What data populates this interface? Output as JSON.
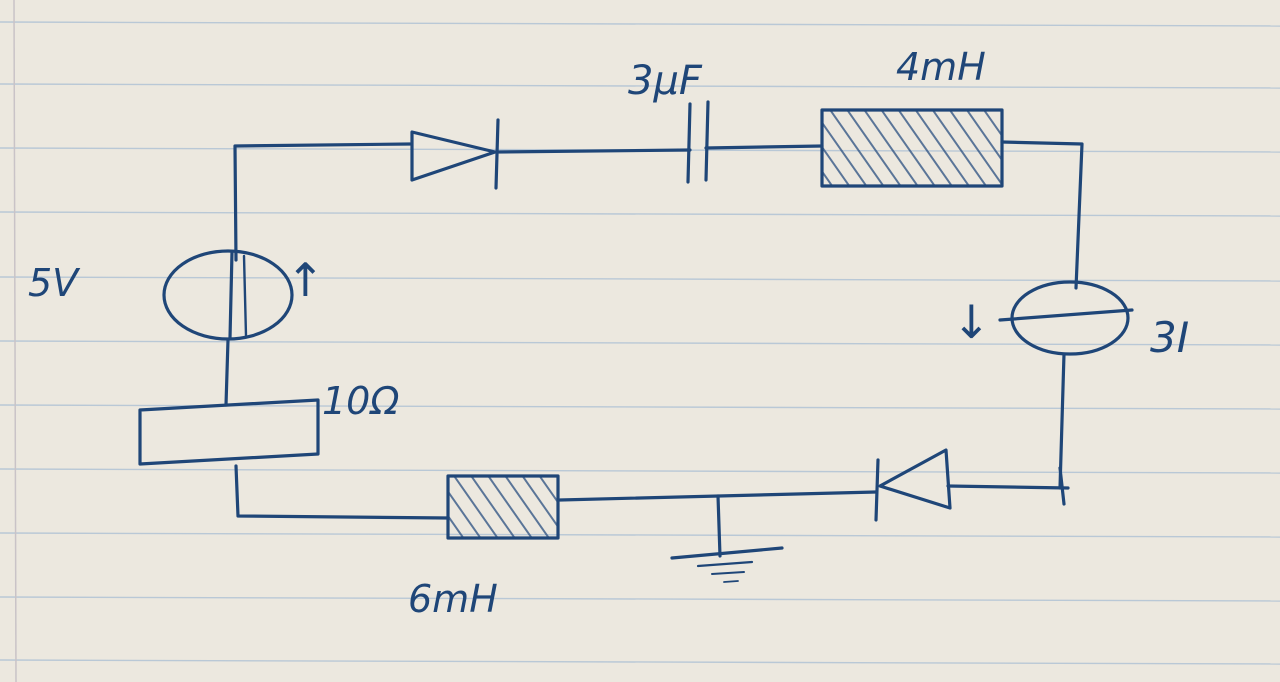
{
  "colors": {
    "paper": "#ece8df",
    "rule_line": "#b9c8d6",
    "margin_line": "#c9c3c7",
    "ink": "#1f4678",
    "hatch": "#2a4f80"
  },
  "labels": {
    "voltage_source": "5V",
    "capacitor": "3µF",
    "inductor_top": "4mH",
    "current_source": "3I",
    "resistor": "10Ω",
    "inductor_bottom": "6mH"
  },
  "symbols": {
    "voltage_source_arrow": "↑",
    "current_source_arrow": "↓"
  }
}
